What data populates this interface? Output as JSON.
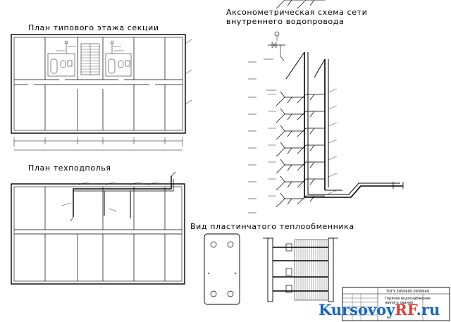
{
  "titles": {
    "floor_plan": "План типового этажа секции",
    "axonometric_line1": "Аксонометрическая схема сети",
    "axonometric_line2": "внутреннего водопровода",
    "basement_plan": "План техподполья",
    "heat_exchanger": "Вид пластинчатого теплообменника"
  },
  "stamp": {
    "code": "ТОГУ.5050600.0936649",
    "line1": "Горячее водоснабжение",
    "line2": "жилого здания"
  },
  "watermark": {
    "part1": "Kursovoy",
    "part2": "RF",
    "part3": ".ru"
  },
  "colors": {
    "ink": "#000000",
    "watermark_blue": "#1565c0",
    "watermark_red": "#e53935"
  }
}
